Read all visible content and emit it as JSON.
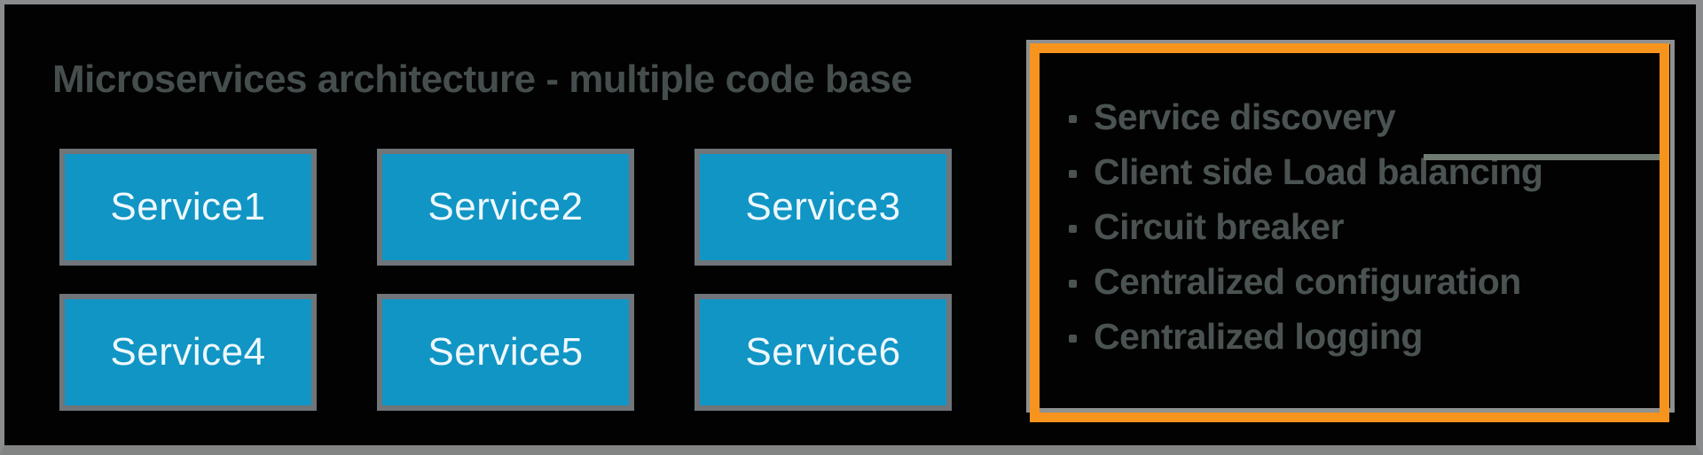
{
  "slide": {
    "title": "Microservices architecture - multiple code base"
  },
  "services": [
    {
      "label": "Service1"
    },
    {
      "label": "Service2"
    },
    {
      "label": "Service3"
    },
    {
      "label": "Service4"
    },
    {
      "label": "Service5"
    },
    {
      "label": "Service6"
    }
  ],
  "features_panel": {
    "items": [
      "Service discovery",
      "Client side Load balancing",
      "Circuit breaker",
      "Centralized configuration",
      "Centralized logging"
    ]
  },
  "colors": {
    "background": "#020202",
    "outer_frame_gray": "#8a8c8e",
    "title_text": "#454d4d",
    "service_box_fill": "#1095c5",
    "service_box_border": "#70757a",
    "service_label_text": "#eef8fc",
    "panel_border_orange": "#f7941d",
    "panel_border_gray": "#8e9092",
    "feature_text": "#4b5252",
    "divider_line": "#6f7a71"
  }
}
